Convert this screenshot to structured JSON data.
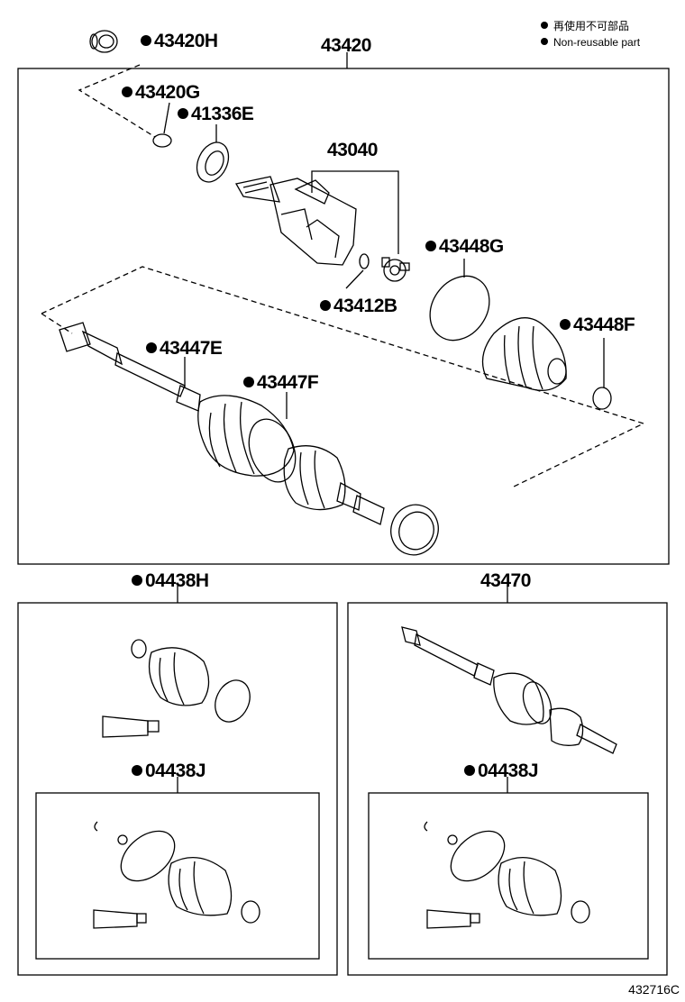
{
  "legend": {
    "items": [
      {
        "label": "再使用不可部品"
      },
      {
        "label": "Non-reusable part"
      }
    ]
  },
  "labels": {
    "p43420H": "43420H",
    "p43420": "43420",
    "p43420G": "43420G",
    "p41336E": "41336E",
    "p43040": "43040",
    "p43448G": "43448G",
    "p43412B": "43412B",
    "p43448F": "43448F",
    "p43447E": "43447E",
    "p43447F": "43447F",
    "p04438H": "04438H",
    "p43470": "43470",
    "p04438J_left": "04438J",
    "p04438J_right": "04438J"
  },
  "diagram_code": "432716C"
}
